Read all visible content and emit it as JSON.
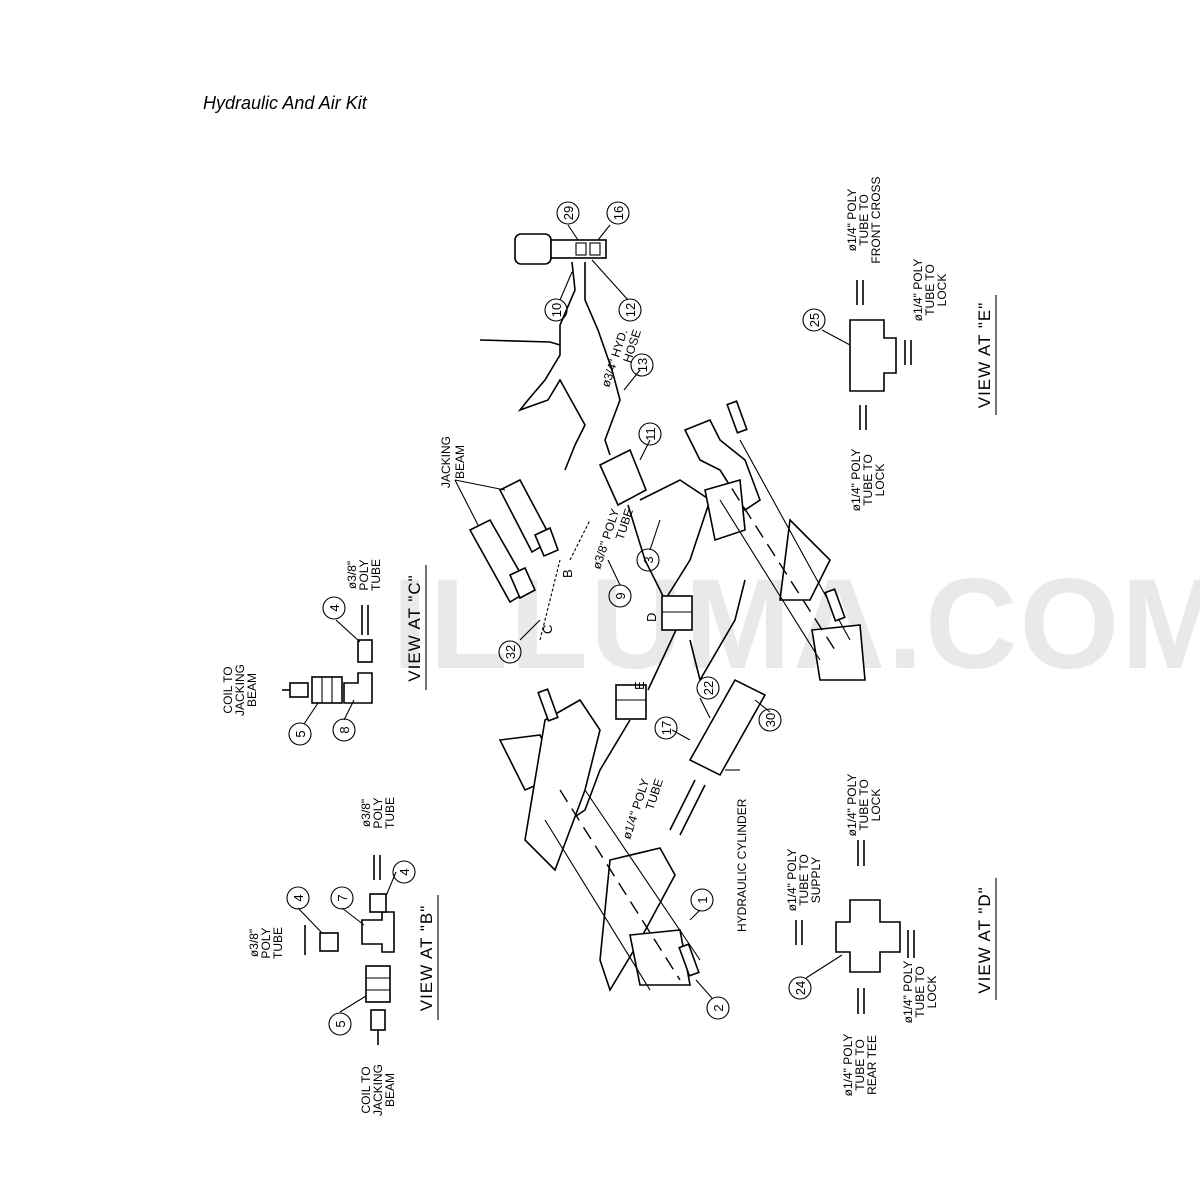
{
  "title": "Hydraulic And Air Kit",
  "watermark": "ILLUMA.COM",
  "views": {
    "b": "VIEW AT \"B\"",
    "c": "VIEW AT \"C\"",
    "d": "VIEW AT \"D\"",
    "e": "VIEW AT \"E\""
  },
  "labels": {
    "coil_b": [
      "COIL TO",
      "JACKING",
      "BEAM"
    ],
    "coil_c": [
      "COIL TO",
      "JACKING",
      "BEAM"
    ],
    "poly38_b1": [
      "ø3/8\"",
      "POLY",
      "TUBE"
    ],
    "poly38_b2": [
      "ø3/8\"",
      "POLY",
      "TUBE"
    ],
    "poly38_c": [
      "ø3/8\"",
      "POLY",
      "TUBE"
    ],
    "jacking_beam": [
      "JACKING",
      "BEAM"
    ],
    "hyd_hose": [
      "ø3/4\" HYD.",
      "HOSE"
    ],
    "poly38_main": [
      "ø3/8\" POLY",
      "TUBE"
    ],
    "poly14_main": [
      "ø1/4\" POLY",
      "TUBE"
    ],
    "hydraulic_cylinder": "HYDRAULIC CYLINDER",
    "e_front_cross": [
      "ø1/4\" POLY",
      "TUBE TO",
      "FRONT CROSS"
    ],
    "e_lock_top": [
      "ø1/4\" POLY",
      "TUBE TO",
      "LOCK"
    ],
    "e_lock_bottom": [
      "ø1/4\" POLY",
      "TUBE TO",
      "LOCK"
    ],
    "d_supply": [
      "ø1/4\" POLY",
      "TUBE TO",
      "SUPPLY"
    ],
    "d_lock_top": [
      "ø1/4\" POLY",
      "TUBE TO",
      "LOCK"
    ],
    "d_lock_bottom": [
      "ø1/4\" POLY",
      "TUBE TO",
      "LOCK"
    ],
    "d_rear_tee": [
      "ø1/4\" POLY",
      "TUBE TO",
      "REAR TEE"
    ],
    "letters": {
      "b": "B",
      "c": "C",
      "d": "D",
      "e": "E"
    }
  },
  "callouts": {
    "b_4a": "4",
    "b_7": "7",
    "b_4b": "4",
    "b_5": "5",
    "c_4": "4",
    "c_5": "5",
    "c_8": "8",
    "m_29": "29",
    "m_16": "16",
    "m_10": "10",
    "m_12": "12",
    "m_13": "13",
    "m_11": "11",
    "m_3": "3",
    "m_9": "9",
    "m_32": "32",
    "m_22": "22",
    "m_30": "30",
    "m_17": "17",
    "m_1": "1",
    "m_2": "2",
    "e_25": "25",
    "d_24": "24"
  }
}
